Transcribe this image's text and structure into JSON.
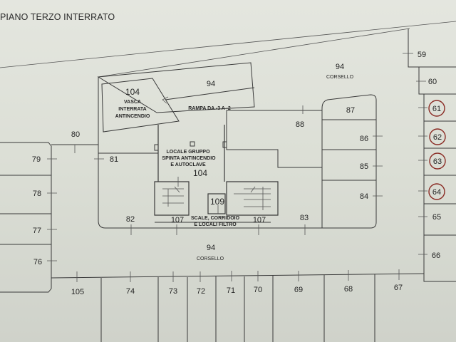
{
  "title": "PIANO TERZO INTERRATO",
  "colors": {
    "line": "#3a3a3a",
    "paper": "#dcdfd6",
    "circle": "#8a2b24"
  },
  "areas": {
    "vasca": {
      "number": "104",
      "line1": "VASCA",
      "line2": "INTERRATA",
      "line3": "ANTINCENDIO"
    },
    "rampa": {
      "number": "94",
      "label": "RAMPA DA -3 A -2"
    },
    "corsello_top": {
      "number": "94",
      "label": "CORSELLO"
    },
    "corsello_bottom": {
      "number": "94",
      "label": "CORSELLO"
    },
    "locale": {
      "line1": "LOCALE GRUPPO",
      "line2": "SPINTA ANTINCENDIO",
      "line3": "E AUTOCLAVE",
      "number": "104"
    },
    "filtro": {
      "number": "109",
      "line1": "SCALE, CORRIDOIO",
      "line2": "E LOCALI FILTRO",
      "left_number": "107",
      "right_number": "107"
    }
  },
  "spaces": {
    "s59": "59",
    "s60": "60",
    "s61": "61",
    "s62": "62",
    "s63": "63",
    "s64": "64",
    "s65": "65",
    "s66": "66",
    "s67": "67",
    "s68": "68",
    "s69": "69",
    "s70": "70",
    "s71": "71",
    "s72": "72",
    "s73": "73",
    "s74": "74",
    "s105": "105",
    "s76": "76",
    "s77": "77",
    "s78": "78",
    "s79": "79",
    "s80": "80",
    "s81": "81",
    "s82": "82",
    "s83": "83",
    "s84": "84",
    "s85": "85",
    "s86": "86",
    "s87": "87",
    "s88": "88"
  },
  "highlighted_spaces": [
    "61",
    "62",
    "63",
    "64"
  ]
}
